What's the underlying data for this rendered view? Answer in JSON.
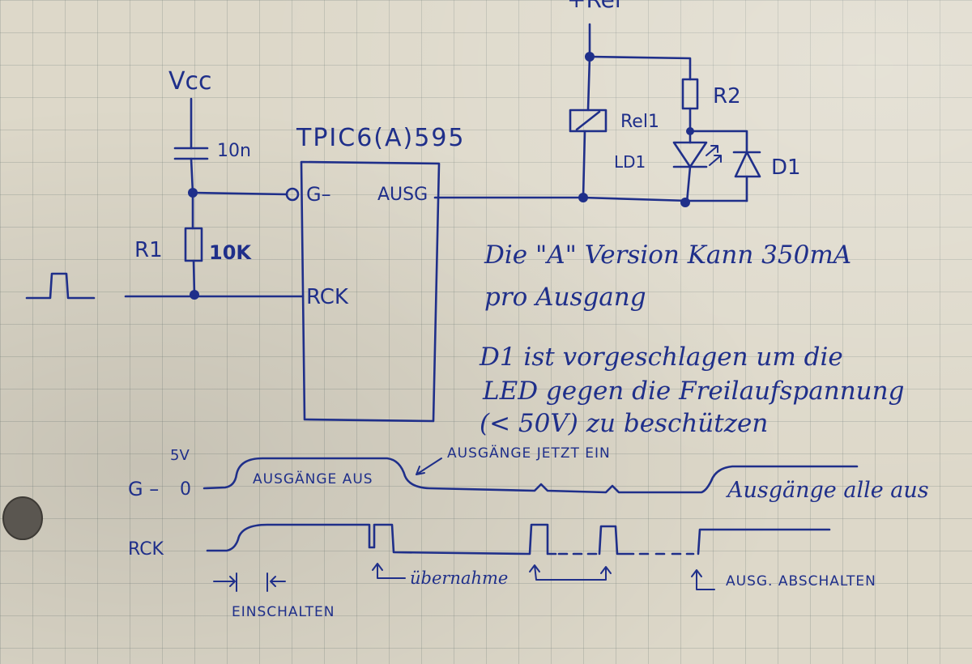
{
  "circuit": {
    "supply_vcc": "Vcc",
    "supply_rel": "+Rel",
    "cap_label": "10n",
    "ic_name": "TPIC6(A)595",
    "pin_g": "G–",
    "pin_ausg": "AUSG",
    "pin_rck": "RCK",
    "r1_label": "R1",
    "r1_value": "10K",
    "r2_label": "R2",
    "relay_label": "Rel1",
    "led_label": "LD1",
    "diode_label": "D1"
  },
  "notes": {
    "line1": "Die \"A\" Version Kann 350mA",
    "line2": "pro Ausgang",
    "line3": "D1 ist vorgeschlagen um die",
    "line4": "LED gegen die Freilaufspannung",
    "line5": "(< 50V) zu beschützen"
  },
  "timing": {
    "level_5v": "5V",
    "level_0": "0",
    "signal_g": "G –",
    "signal_rck": "RCK",
    "ausgaenge_aus": "AUSGÄNGE AUS",
    "ausgaenge_jetzt_ein": "AUSGÄNGE JETZT EIN",
    "ausgaenge_alle_aus": "Ausgänge alle aus",
    "uebernahme": "übernahme",
    "ausg_abschalten": "AUSG. ABSCHALTEN",
    "einschalten": "EINSCHALTEN"
  },
  "colors": {
    "ink": "#1f2f8a",
    "paper": "#ddd8c9"
  }
}
